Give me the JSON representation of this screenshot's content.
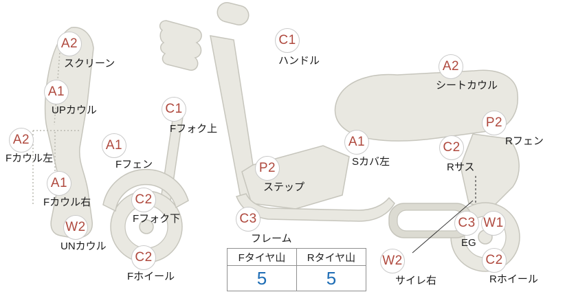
{
  "colors": {
    "badge_text": "#af493e",
    "badge_border": "#c9c9c9",
    "label_text": "#1a1a1a",
    "body_fill": "#e9e8e1",
    "body_stroke": "#c6c5bc",
    "tire_value": "#1e6db5",
    "table_border": "#8f8f8f"
  },
  "badges": [
    {
      "code": "A2",
      "label": "スクリーン"
    },
    {
      "code": "A1",
      "label": "UPカウル"
    },
    {
      "code": "A2",
      "label": "Fカウル左"
    },
    {
      "code": "A1",
      "label": "Fカウル右"
    },
    {
      "code": "W2",
      "label": "UNカウル"
    },
    {
      "code": "C1",
      "label": "Fフォク上"
    },
    {
      "code": "A1",
      "label": "Fフェン"
    },
    {
      "code": "C2",
      "label": "Fフォク下"
    },
    {
      "code": "C2",
      "label": "Fホイール"
    },
    {
      "code": "C1",
      "label": "ハンドル"
    },
    {
      "code": "P2",
      "label": "ステップ"
    },
    {
      "code": "C3",
      "label": "フレーム"
    },
    {
      "code": "A1",
      "label": "Sカバ左"
    },
    {
      "code": "A2",
      "label": "シートカウル"
    },
    {
      "code": "P2",
      "label": "Rフェン"
    },
    {
      "code": "C2",
      "label": "Rサス"
    },
    {
      "code": "C3",
      "label": "EG"
    },
    {
      "code": "W1",
      "label": ""
    },
    {
      "code": "W2",
      "label": "サイレ右"
    },
    {
      "code": "C2",
      "label": "Rホイール"
    }
  ],
  "tire_table": {
    "headers": [
      "Fタイヤ山",
      "Rタイヤ山"
    ],
    "values": [
      "5",
      "5"
    ]
  }
}
